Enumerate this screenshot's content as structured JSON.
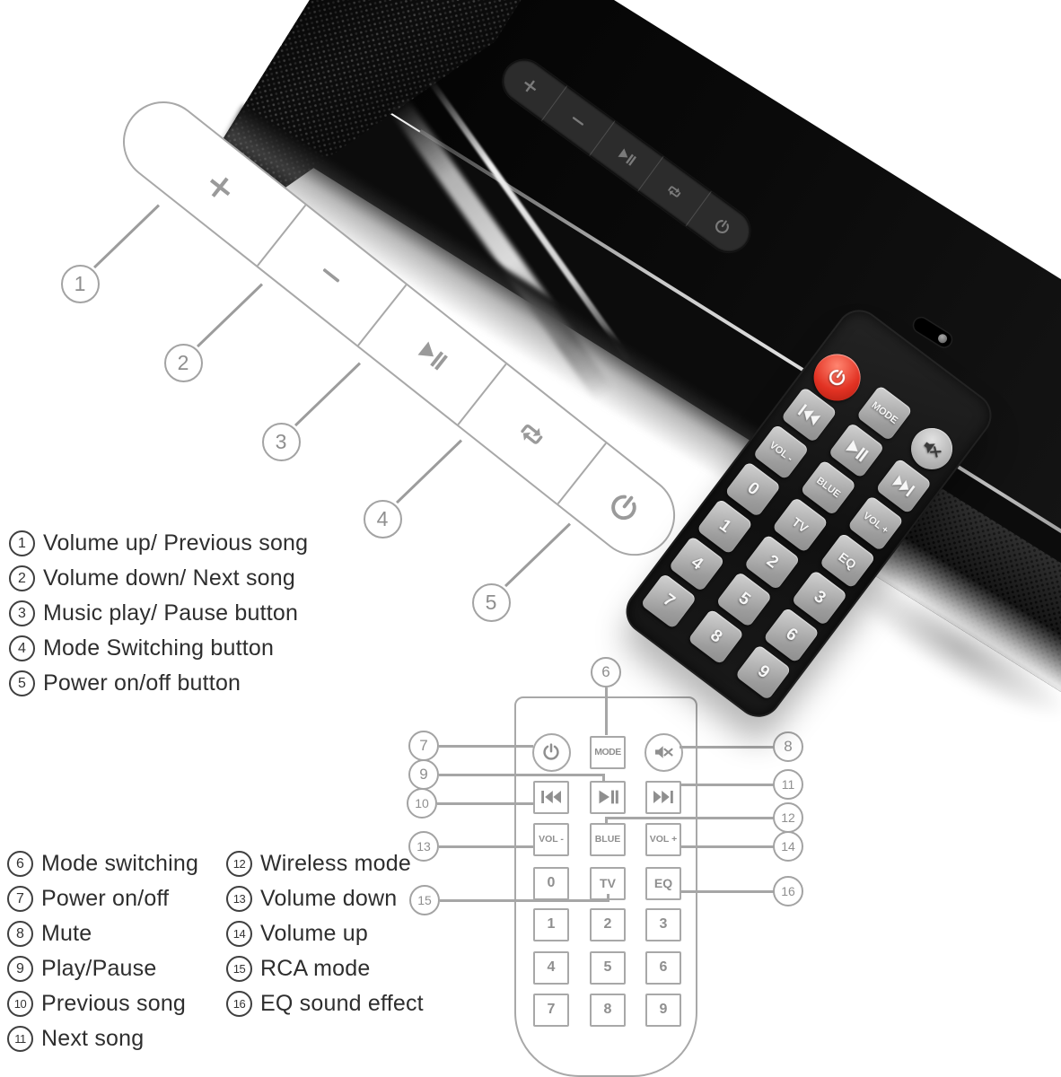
{
  "colors": {
    "background": "#ffffff",
    "soundbar_black": "#0c0c0c",
    "outline_gray": "#a8a8a8",
    "legend_text": "#2e2e2e",
    "power_button_red": "#e23223",
    "remote_button_gray": "#9c9c9c"
  },
  "soundbar_controls": [
    {
      "icon": "plus-icon",
      "callout": "1"
    },
    {
      "icon": "minus-icon",
      "callout": "2"
    },
    {
      "icon": "play-pause-icon",
      "callout": "3"
    },
    {
      "icon": "mode-switch-icon",
      "callout": "4"
    },
    {
      "icon": "power-icon",
      "callout": "5"
    }
  ],
  "legend_top": {
    "items": [
      {
        "num": "1",
        "label": "Volume up/ Previous song"
      },
      {
        "num": "2",
        "label": "Volume down/ Next song"
      },
      {
        "num": "3",
        "label": "Music play/ Pause button"
      },
      {
        "num": "4",
        "label": "Mode Switching button"
      },
      {
        "num": "5",
        "label": "Power on/off button"
      }
    ]
  },
  "legend_bottom_left": {
    "items": [
      {
        "num": "6",
        "label": "Mode switching"
      },
      {
        "num": "7",
        "label": "Power on/off"
      },
      {
        "num": "8",
        "label": "Mute"
      },
      {
        "num": "9",
        "label": "Play/Pause"
      },
      {
        "num": "10",
        "label": "Previous song"
      },
      {
        "num": "11",
        "label": "Next song"
      }
    ]
  },
  "legend_bottom_right": {
    "items": [
      {
        "num": "12",
        "label": "Wireless mode"
      },
      {
        "num": "13",
        "label": "Volume down"
      },
      {
        "num": "14",
        "label": "Volume up"
      },
      {
        "num": "15",
        "label": "RCA mode"
      },
      {
        "num": "16",
        "label": "EQ sound effect"
      }
    ]
  },
  "remote": {
    "rows": [
      [
        {
          "icon": "power-icon",
          "shape": "circle",
          "style": "power",
          "callout": "7"
        },
        {
          "label": "MODE",
          "callout": "6"
        },
        {
          "icon": "mute-icon",
          "shape": "circle",
          "style": "mute",
          "callout": "8"
        }
      ],
      [
        {
          "icon": "prev-icon",
          "callout": "10"
        },
        {
          "icon": "play-pause-icon",
          "callout": "9"
        },
        {
          "icon": "next-icon",
          "callout": "11"
        }
      ],
      [
        {
          "label": "VOL -",
          "callout": "13"
        },
        {
          "label": "BLUE",
          "callout": "12"
        },
        {
          "label": "VOL +",
          "callout": "14"
        }
      ],
      [
        {
          "label": "0"
        },
        {
          "label": "TV",
          "callout": "15"
        },
        {
          "label": "EQ",
          "callout": "16"
        }
      ],
      [
        {
          "label": "1"
        },
        {
          "label": "2"
        },
        {
          "label": "3"
        }
      ],
      [
        {
          "label": "4"
        },
        {
          "label": "5"
        },
        {
          "label": "6"
        }
      ],
      [
        {
          "label": "7"
        },
        {
          "label": "8"
        },
        {
          "label": "9"
        }
      ]
    ]
  }
}
